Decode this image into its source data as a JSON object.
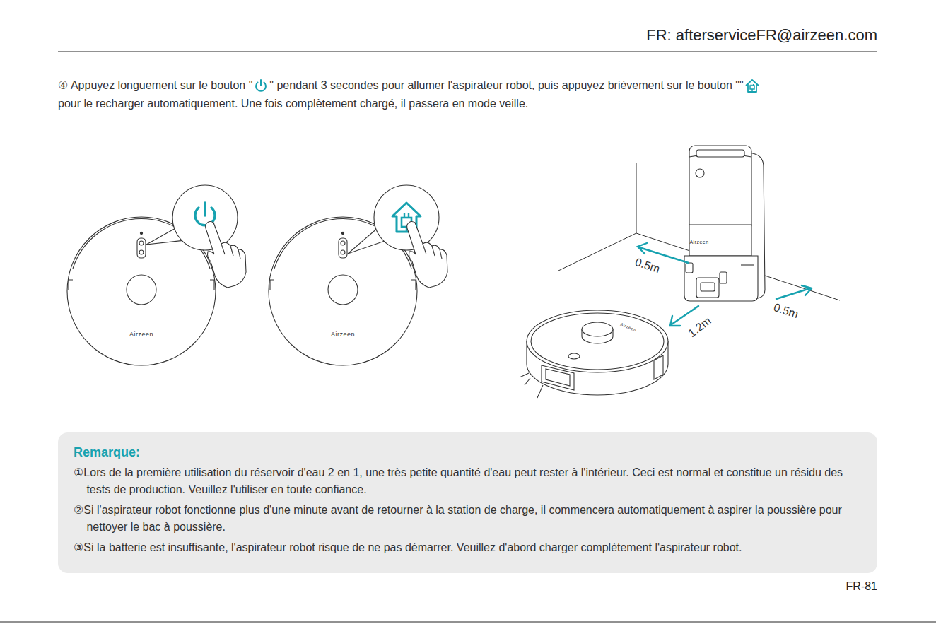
{
  "diagram": {
    "nodes": [
      {
        "text": [
          "Remarque:",
          "①Lors de la première utilisation du réservoir d'eau 2 en 1, une très petite quantité d'eau peut rester à l'intérieur. Ceci est normal et constitue un résidu des tests de production. Veuillez l'utiliser en toute confiance.",
          "②Si l'aspirateur robot fonctionne plus d'une minute avant de retourner à la station de charge, il commencera automatiquement à aspirer la poussière pour nettoyer le bac à poussière.",
          "③Si la batterie est insuffisante, l'aspirateur robot risque de ne pas démarrer. Veuillez d'abord charger complètement l'aspirateur robot."
        ]
      }
    ],
    "labels": [
      "FR: afterserviceFR@airzeen.com",
      "④ Appuyez longuement sur le bouton \"",
      "\" pendant 3 secondes pour allumer l'aspirateur robot, puis appuyez brièvement sur le bouton \"",
      "\"",
      "pour le recharger automatiquement. Une fois complètement chargé, il passera en mode veille.",
      "Airzeen",
      "Airzeen",
      "Airzeen",
      "Airzeen",
      "0.5m",
      "0.5m",
      "1.2m",
      "FR-81"
    ]
  }
}
